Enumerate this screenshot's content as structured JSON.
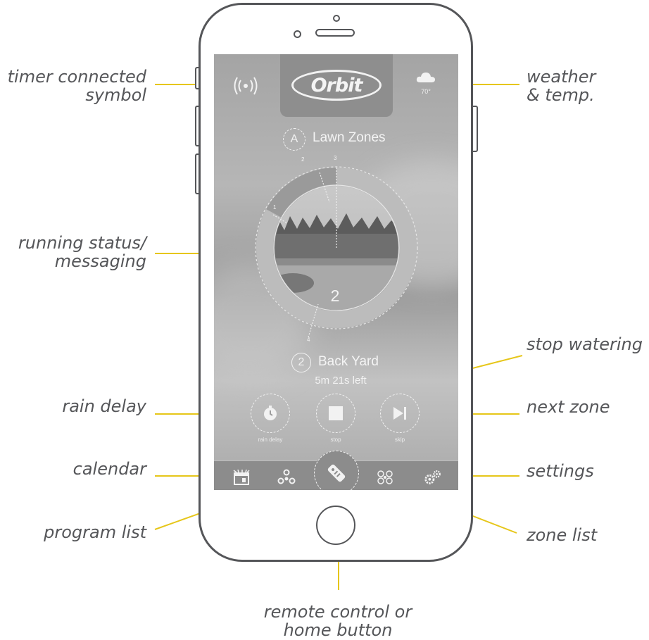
{
  "callouts": {
    "timer_connected": [
      "timer connected",
      "symbol"
    ],
    "running_status": [
      "running status/",
      "messaging"
    ],
    "rain_delay": "rain delay",
    "calendar": "calendar",
    "program_list": "program list",
    "weather_temp": [
      "weather",
      "& temp."
    ],
    "stop_watering": "stop watering",
    "next_zone": "next zone",
    "settings": "settings",
    "zone_list": "zone list",
    "remote_control": [
      "remote control or",
      "home button"
    ]
  },
  "app": {
    "logo": "Orbit",
    "temperature": "70°",
    "program": {
      "badge": "A",
      "name": "Lawn Zones"
    },
    "ring_ticks": [
      "1",
      "2",
      "3",
      "4"
    ],
    "current_zone_number": "2",
    "zone": {
      "badge": "2",
      "name": "Back Yard",
      "time_left": "5m 21s left"
    },
    "controls": {
      "rain_delay_label": "rain delay",
      "stop_label": "stop",
      "skip_label": "skip"
    },
    "ring_progress": 0.17
  },
  "colors": {
    "callout_line": "#e6c619",
    "callout_text": "#555659",
    "phone_outline": "#555659"
  }
}
